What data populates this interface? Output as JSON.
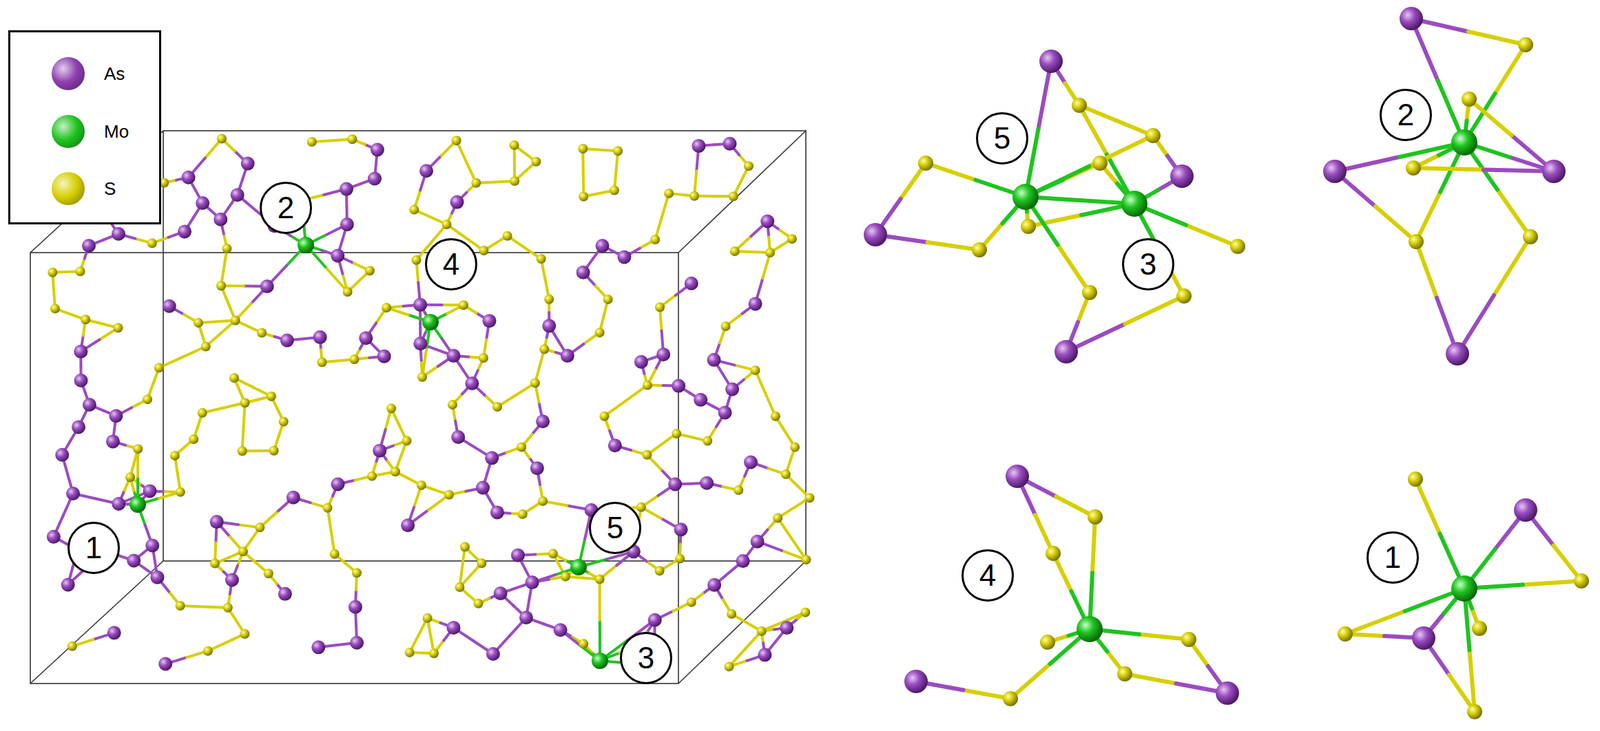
{
  "diagram": {
    "labels": [
      "2",
      "4",
      "1",
      "5",
      "3",
      "5",
      "3",
      "2",
      "4",
      "1"
    ],
    "legend": [
      {
        "text": "As",
        "color": "#8e3fb0"
      },
      {
        "text": "Mo",
        "color": "#1fc41f"
      },
      {
        "text": "S",
        "color": "#d6cf00"
      }
    ]
  }
}
